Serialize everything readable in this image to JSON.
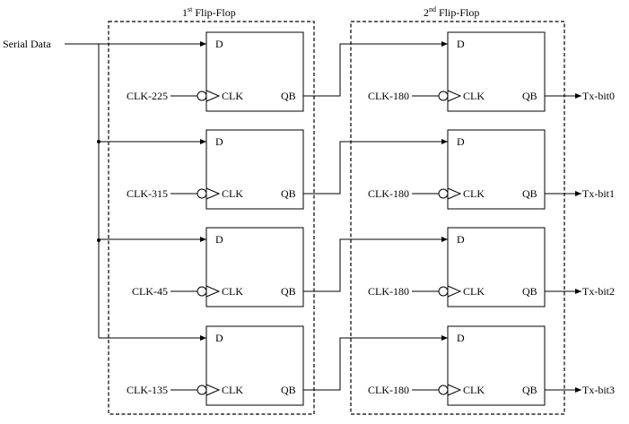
{
  "groups": [
    {
      "title_main": "1",
      "title_sup": "st",
      "title_rest": " Flip-Flop"
    },
    {
      "title_main": "2",
      "title_sup": "nd",
      "title_rest": " Flip-Flop"
    }
  ],
  "input_label": "Serial Data",
  "pins": {
    "d": "D",
    "clk": "CLK",
    "qb": "QB"
  },
  "stage1_clocks": [
    "CLK-225",
    "CLK-315",
    "CLK-45",
    "CLK-135"
  ],
  "stage2_clocks": [
    "CLK-180",
    "CLK-180",
    "CLK-180",
    "CLK-180"
  ],
  "outputs": [
    "Tx-bit0",
    "Tx-bit1",
    "Tx-bit2",
    "Tx-bit3"
  ],
  "colors": {
    "line": "#000000",
    "background": "#ffffff"
  }
}
